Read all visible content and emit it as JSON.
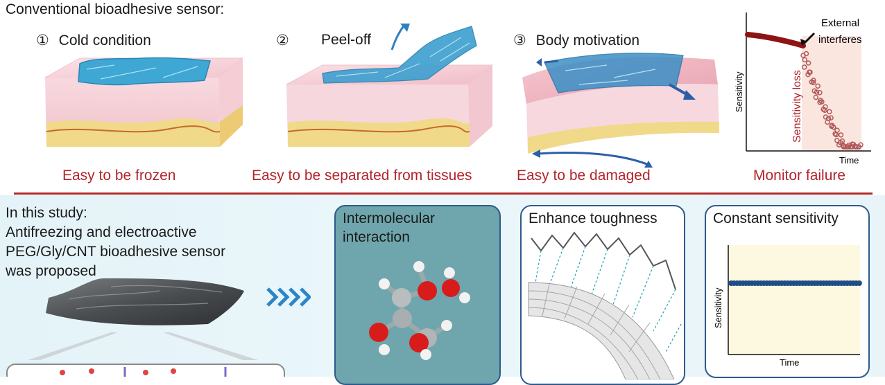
{
  "header": {
    "title": "Conventional bioadhesive sensor:"
  },
  "steps": [
    {
      "number": "①",
      "label": "Cold condition",
      "caption": "Easy to be frozen"
    },
    {
      "number": "②",
      "label": "Peel-off",
      "caption": "Easy to be separated from tissues"
    },
    {
      "number": "③",
      "label": "Body motivation",
      "caption": "Easy to be damaged"
    }
  ],
  "failure_chart": {
    "annotation": "External\ninterferes",
    "region_label": "Sensitivity loss",
    "ylabel": "Sensitivity",
    "xlabel": "Time",
    "caption": "Monitor failure"
  },
  "study": {
    "intro_line1": "In this study:",
    "intro_line2": "Antifreezing and electroactive",
    "intro_line3": "PEG/Gly/CNT bioadhesive sensor",
    "intro_line4": "was proposed"
  },
  "panels": {
    "interaction_title_line1": "Intermolecular",
    "interaction_title_line2": "interaction",
    "toughness_title": "Enhance toughness",
    "sensitivity_title": "Constant sensitivity"
  },
  "stable_chart": {
    "ylabel": "Sensitivity",
    "xlabel": "Time"
  },
  "colors": {
    "caption_red": "#b3242a",
    "panel_border": "#2d5a8c",
    "panel_fill_teal": "#6fa6ad",
    "chart_bg": "#fdf8e0",
    "data_red": "#a82020",
    "data_blue": "#1f4e87"
  }
}
